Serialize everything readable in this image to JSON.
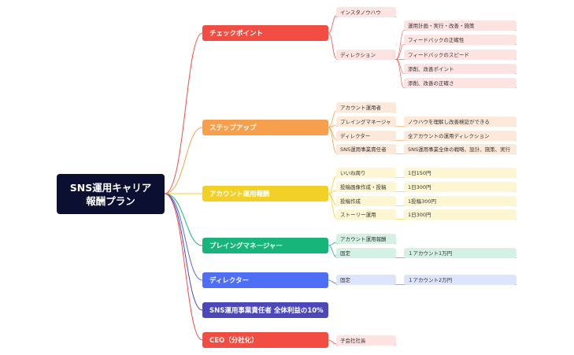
{
  "root": {
    "line1": "SNS運用キャリア",
    "line2": "報酬プラン"
  },
  "colors": {
    "root": "#0b1033",
    "red": "#f24d42",
    "red_light": "#fde3e1",
    "orange": "#f6a04d",
    "orange_light": "#fde9d9",
    "yellow": "#f2d027",
    "yellow_light": "#fdf6d3",
    "green": "#17b57a",
    "green_light": "#d5f1e4",
    "blue": "#4d6ef5",
    "blue_light": "#dde4fd",
    "purple": "#4c48ba"
  },
  "branches": [
    {
      "label": "チェックポイント",
      "color": "red",
      "children": [
        {
          "label": "インスタノウハウ",
          "children": []
        },
        {
          "label": "ディレクション",
          "children": [
            "運用計画・実行・改善・施策",
            "フィードバックの正確性",
            "フィードバックのスピード",
            "添削、改善ポイント",
            "添削、改善の正確さ"
          ]
        }
      ]
    },
    {
      "label": "ステップアップ",
      "color": "orange",
      "children": [
        {
          "label": "アカウント運用者",
          "children": []
        },
        {
          "label": "プレイングマネージャ",
          "children": [
            "ノウハウを理解し改善検証ができる"
          ]
        },
        {
          "label": "ディレクター",
          "children": [
            "全アカウントの運用ディレクション"
          ]
        },
        {
          "label": "SNS運用事業責任者",
          "children": [
            "SNS運用事業全体の戦略、設計、施策、実行"
          ]
        }
      ]
    },
    {
      "label": "アカウント運用報酬",
      "color": "yellow",
      "children": [
        {
          "label": "いいね周り",
          "children": [
            "1日150円"
          ]
        },
        {
          "label": "投稿画像作成・投稿",
          "children": [
            "1日300円"
          ]
        },
        {
          "label": "投稿作成",
          "children": [
            "1投稿300円"
          ]
        },
        {
          "label": "ストーリー運用",
          "children": [
            "1日300円"
          ]
        }
      ]
    },
    {
      "label": "プレイングマネージャー",
      "color": "green",
      "children": [
        {
          "label": "アカウント運用報酬",
          "children": []
        },
        {
          "label": "固定",
          "children": [
            "１アカウント1万円"
          ]
        }
      ]
    },
    {
      "label": "ディレクター",
      "color": "blue",
      "children": [
        {
          "label": "固定",
          "children": [
            "１アカウント2万円"
          ]
        }
      ]
    },
    {
      "label": "SNS運用事業責任者 全体利益の10%",
      "color": "purple",
      "children": []
    },
    {
      "label": "CEO（分社化）",
      "color": "red",
      "children": [
        {
          "label": "子会社社長",
          "children": []
        }
      ]
    }
  ]
}
